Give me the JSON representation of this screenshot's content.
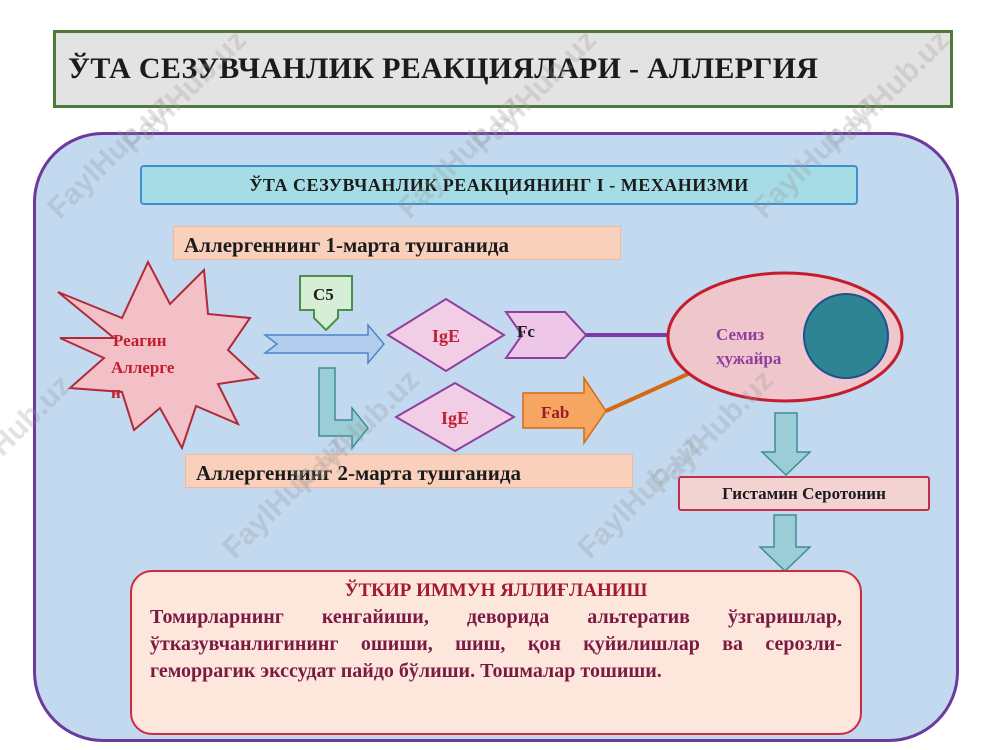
{
  "title": "ЎТА СЕЗУВЧАНЛИК РЕАКЦИЯЛАРИ - АЛЛЕРГИЯ",
  "mechanism_title": "ЎТА  СЕЗУВЧАНЛИК  РЕАКЦИЯНИНГ  I - МЕХАНИЗМИ",
  "first_exposure": "Аллергеннинг 1-марта тушганида",
  "second_exposure": "Аллергеннинг 2-марта тушганида",
  "allergen_star": {
    "line1": "Реагин",
    "line2": "Аллерге",
    "line3": "н"
  },
  "c5_label": "С5",
  "ige_top": "IgE",
  "ige_bottom": "IgE",
  "fc_label": "Fc",
  "fab_label": "Fab",
  "mast_cell": {
    "line1": "Семиз",
    "line2": "ҳужайра"
  },
  "mediators": "Гистамин Серотонин",
  "result": {
    "title": "ЎТКИР ИММУН ЯЛЛИҒЛАНИШ",
    "text": "Томирларнинг кенгайиши, деворида альтератив ўзгаришлар, ўтказувчанлигининг ошиши, шиш, қон қуйилишлар ва серозли-геморрагик экссудат пайдо бўлиши. Тошмалар тошиши."
  },
  "watermark": "FaylHub.uz",
  "colors": {
    "panel_fill": "#c3d9ef",
    "panel_border": "#6b3a9c",
    "star_fill": "#f2c0c6",
    "ige_fill": "#f2cde6",
    "fab_fill": "#f6a661",
    "cell_fill": "#efc6cc",
    "nucleus_fill": "#2f8494",
    "arrow_fill": "#9bcdd6"
  }
}
